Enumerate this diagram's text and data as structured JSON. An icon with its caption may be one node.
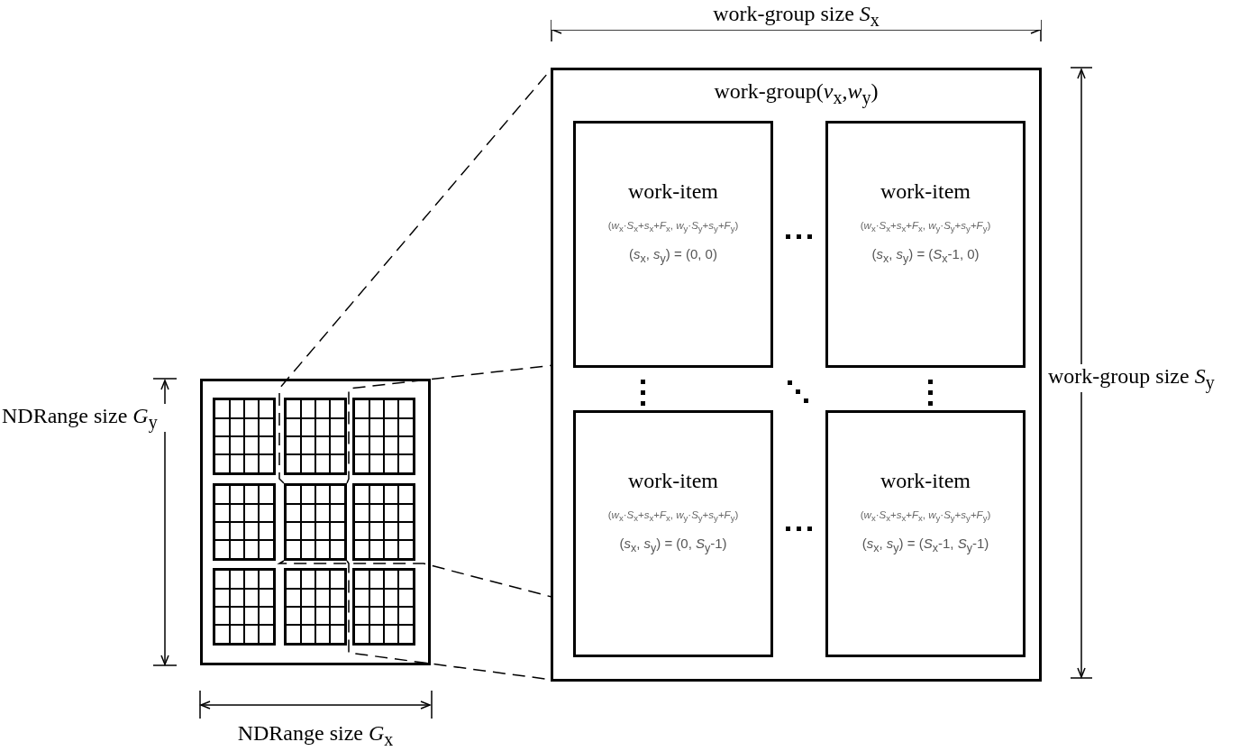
{
  "diagram": {
    "nodes": [
      {
        "text": [],
        "shape": "box"
      },
      {
        "text": [],
        "shape": "box",
        "in": 0
      },
      {
        "text": [],
        "shape": "box",
        "in": 0
      },
      {
        "text": [],
        "shape": "box",
        "in": 0
      },
      {
        "text": [],
        "shape": "box",
        "in": 0
      },
      {
        "text": [],
        "shape": "box",
        "in": 0
      },
      {
        "text": [],
        "shape": "box",
        "in": 0
      },
      {
        "text": [],
        "shape": "box",
        "in": 0
      },
      {
        "text": [],
        "shape": "box",
        "in": 0
      },
      {
        "text": [],
        "shape": "box",
        "in": 0
      },
      {
        "text": [
          "work-group(*v*$_{x}$,*w*$_{y}$)"
        ]
      },
      {
        "text": [
          "work-item",
          "(*w*$_{x}$·*S*$_{x}$+*s*$_{x}$+*F*$_{x}$, *w*$_{y}$·*S*$_{y}$+*s*$_{y}$+*F*$_{y}$)",
          "(*s*$_{x}$, *s*$_{y}$) = (0, 0)"
        ],
        "in": 10
      },
      {
        "text": [
          "work-item",
          "(*w*$_{x}$·*S*$_{x}$+*s*$_{x}$+*F*$_{x}$, *w*$_{y}$·*S*$_{y}$+*s*$_{y}$+*F*$_{y}$)",
          "(*s*$_{x}$, *s*$_{y}$) = (*S*$_{x}$-1, 0)"
        ],
        "in": 10
      },
      {
        "text": [
          "work-item",
          "(*w*$_{x}$·*S*$_{x}$+*s*$_{x}$+*F*$_{x}$, *w*$_{y}$·*S*$_{y}$+*s*$_{y}$+*F*$_{y}$)",
          "(*s*$_{x}$, *s*$_{y}$) = (0, *S*$_{y}$-1)"
        ],
        "in": 10
      },
      {
        "text": [
          "work-item",
          "(*w*$_{x}$·*S*$_{x}$+*s*$_{x}$+*F*$_{x}$, *w*$_{y}$·*S*$_{y}$+*s*$_{y}$+*F*$_{y}$)",
          "(*s*$_{x}$, *s*$_{y}$) = (*S*$_{x}$-1, *S*$_{y}$-1)"
        ],
        "in": 10
      }
    ],
    "edges": [
      {
        "from": 5,
        "to": 10,
        "arrow": "none",
        "style": "dashed"
      },
      {
        "from": 5,
        "to": 10,
        "arrow": "none",
        "style": "dashed"
      },
      {
        "from": 5,
        "to": 10,
        "arrow": "none",
        "style": "dashed"
      },
      {
        "from": 5,
        "to": 10,
        "arrow": "none",
        "style": "dashed"
      }
    ],
    "labels": [
      "work-group size *S*$_{x}$",
      "work-group size *S*$_{y}$",
      "NDRange size *G*$_{y}$",
      "NDRange size *G*$_{x}$"
    ]
  }
}
